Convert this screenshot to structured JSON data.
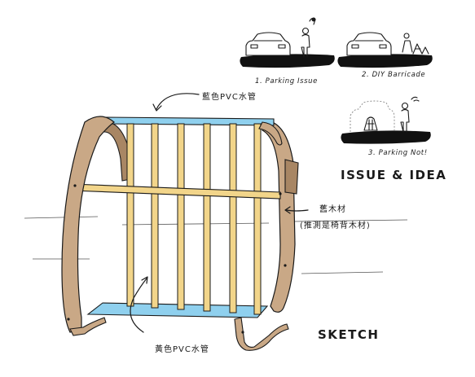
{
  "panels": [
    {
      "caption": "1. Parking Issue"
    },
    {
      "caption": "2. DIY Barricade"
    },
    {
      "caption": "3. Parking Not!"
    }
  ],
  "heading_issue": "ISSUE & IDEA",
  "heading_sketch": "SKETCH",
  "labels": {
    "blue_pvc": "藍色PVC水管",
    "old_wood_line1": "舊木材",
    "old_wood_line2": "(推測是椅背木材)",
    "yellow_pvc": "黃色PVC水管"
  },
  "colors": {
    "wood": "#c9a886",
    "wood_dark": "#a88664",
    "yellow_pvc": "#f2d58a",
    "blue_pvc": "#8fd0ee",
    "ink": "#1a1a1a"
  }
}
